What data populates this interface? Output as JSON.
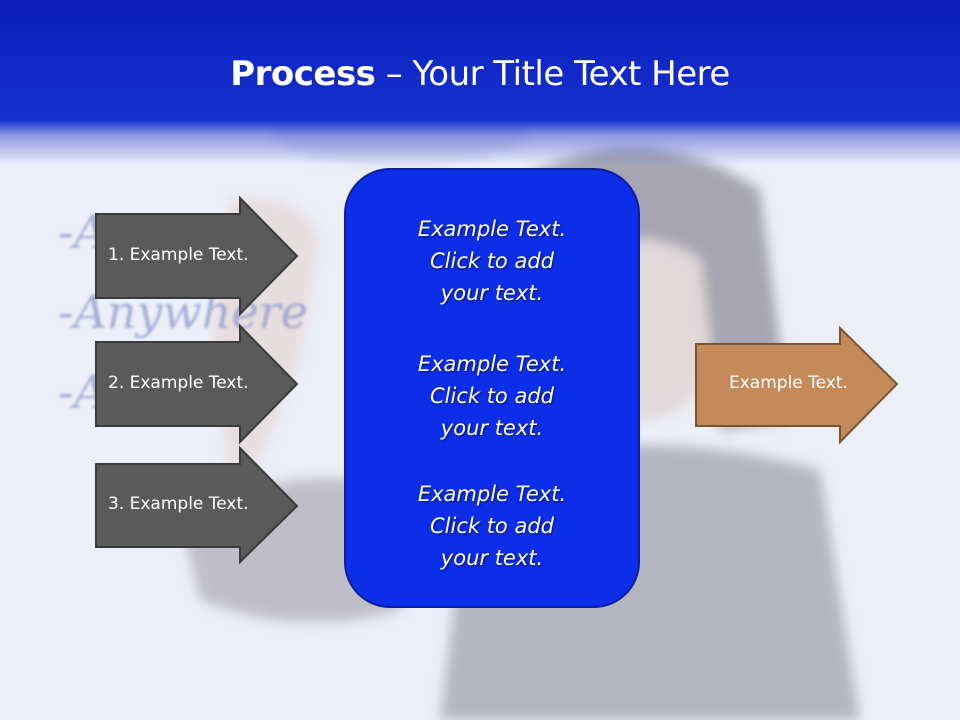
{
  "slide": {
    "title_bold": "Process",
    "title_rest": " – Your Title Text Here",
    "colors": {
      "header": "#0a1fb8",
      "center_box": "#0d2ee8",
      "input_arrows": "#5a5a5a",
      "output_arrow": "#c48a5a"
    }
  },
  "inputs": [
    {
      "label": "1. Example Text."
    },
    {
      "label": "2. Example Text."
    },
    {
      "label": "3. Example Text."
    }
  ],
  "center": {
    "blocks": [
      {
        "line1": "Example Text.",
        "line2": "Click  to add",
        "line3": "your text."
      },
      {
        "line1": "Example Text.",
        "line2": "Click  to add",
        "line3": "your text."
      },
      {
        "line1": "Example Text.",
        "line2": "Click  to add",
        "line3": "your text."
      }
    ]
  },
  "output": {
    "label": "Example Text."
  },
  "background": {
    "handwriting": [
      "-Any",
      "-Anywhere",
      "-A"
    ]
  }
}
